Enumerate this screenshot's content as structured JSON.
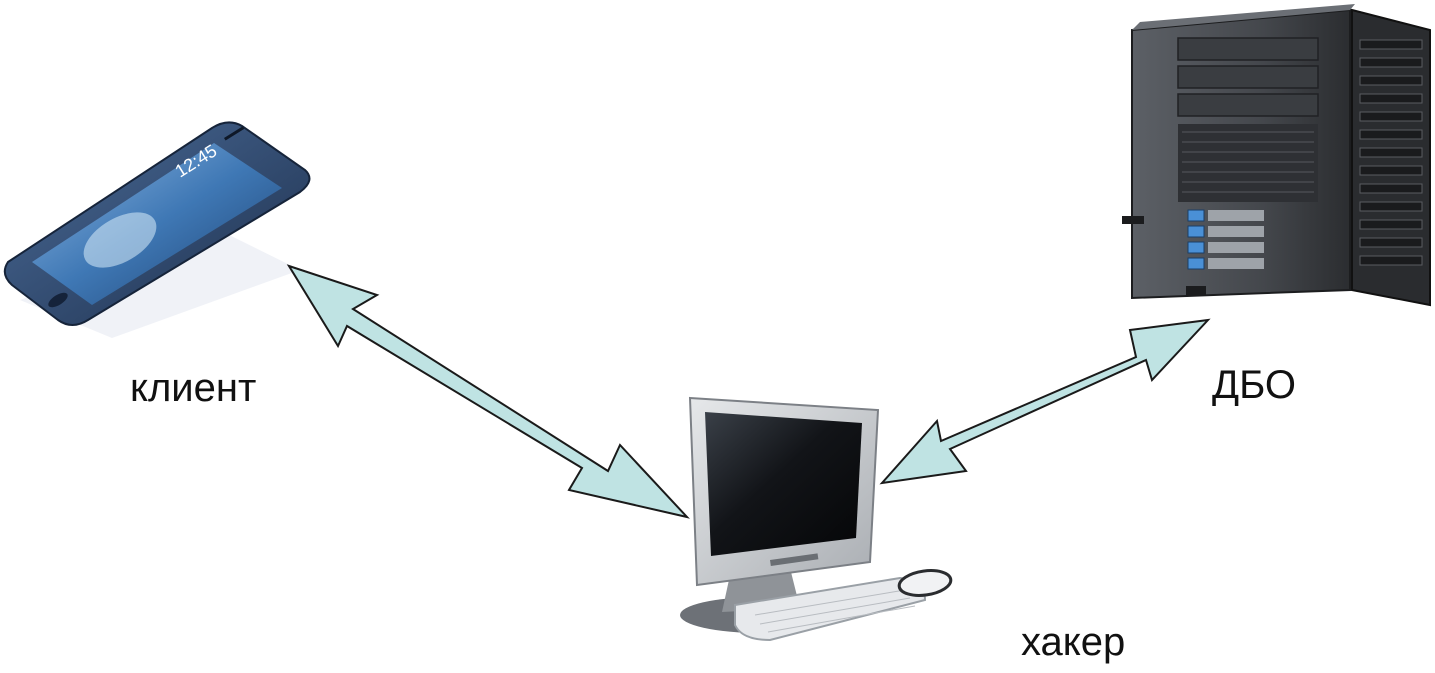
{
  "nodes": {
    "client": {
      "label": "клиент",
      "icon": "smartphone-icon"
    },
    "dbo": {
      "label": "ДБО",
      "icon": "server-tower-icon"
    },
    "hacker": {
      "label": "хакер",
      "icon": "desktop-computer-icon"
    }
  },
  "edges": [
    {
      "from": "client",
      "to": "hacker",
      "type": "bidirectional-arrow"
    },
    {
      "from": "hacker",
      "to": "dbo",
      "type": "bidirectional-arrow"
    }
  ],
  "colors": {
    "arrow_fill": "#bfe3e3",
    "arrow_stroke": "#1a1a1a",
    "label_text": "#111111",
    "phone_body": "#2c4466",
    "phone_screen": "#3f78b5",
    "server_body": "#4a4d52",
    "monitor_frame": "#c9ccd0",
    "monitor_screen": "#111418"
  }
}
